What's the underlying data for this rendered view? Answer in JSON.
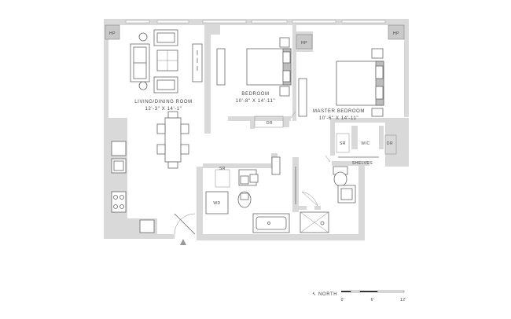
{
  "labels": {
    "hp": "HP",
    "living": "LIVING/DINING ROOM",
    "living_dim": "12'-3\" X 14'-1\"",
    "bedroom": "BEDROOM",
    "bedroom_dim": "10'-8\" X 14'-11\"",
    "master": "MASTER BEDROOM",
    "master_dim": "10'-6\" X 14'-11\"",
    "dr": "DR",
    "sr": "SR",
    "wic": "WIC",
    "shelves": "SHELVES",
    "wd": "WD"
  },
  "compass": {
    "label": "NORTH",
    "arrow": "↖"
  },
  "scale": {
    "ticks": [
      "0'",
      "6'",
      "12'"
    ]
  },
  "colors": {
    "wall": "#d9d9d9",
    "line": "#666666",
    "text": "#444444"
  }
}
